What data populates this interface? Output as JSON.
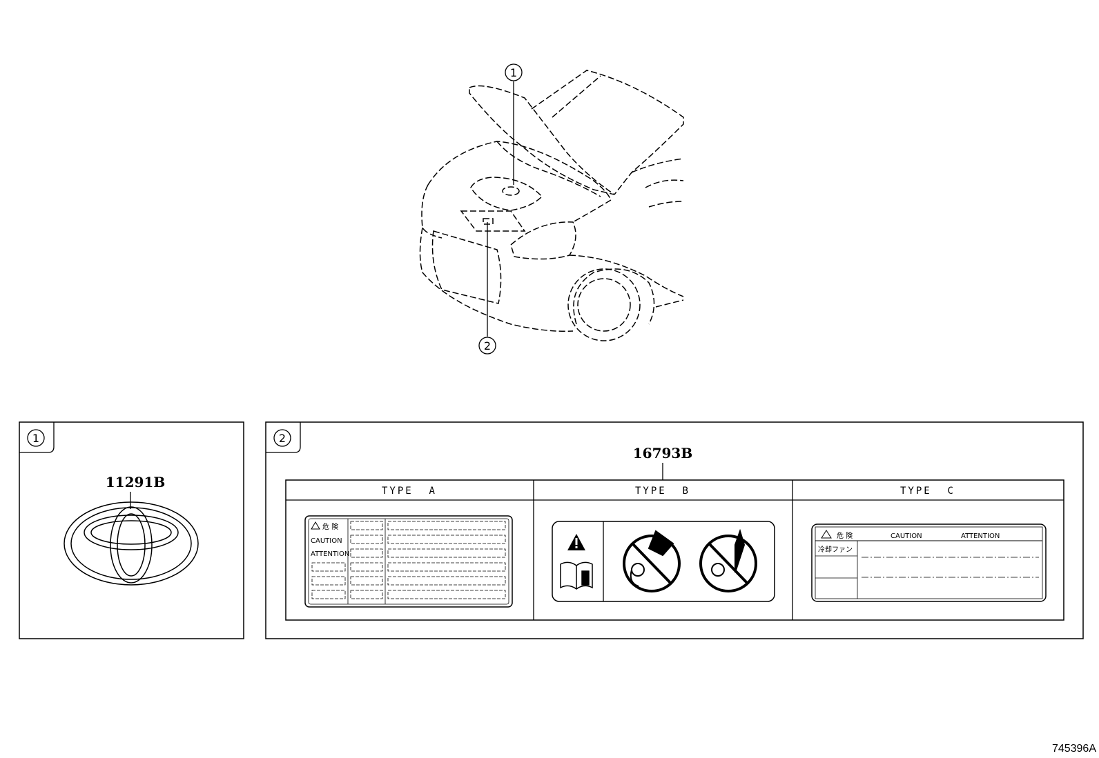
{
  "diagram": {
    "callouts": [
      "1",
      "2"
    ],
    "panel1": {
      "callout": "1",
      "part_number": "11291B",
      "emblem": "toyota-emblem-icon"
    },
    "panel2": {
      "callout": "2",
      "part_number": "16793B",
      "types": [
        {
          "label": "TYPE  A"
        },
        {
          "label": "TYPE  B"
        },
        {
          "label": "TYPE  C"
        }
      ],
      "type_a": {
        "danger": "危 険",
        "caution": "CAUTION",
        "attention": "ATTENTION"
      },
      "type_b": {
        "icons": [
          "warning-triangle-icon",
          "manual-book-icon",
          "no-hand-fan-icon",
          "no-tool-fan-icon"
        ]
      },
      "type_c": {
        "danger": "危 険",
        "caution": "CAUTION",
        "attention": "ATTENTION",
        "row_label": "冷却ファン"
      }
    },
    "drawing_number": "745396A"
  }
}
